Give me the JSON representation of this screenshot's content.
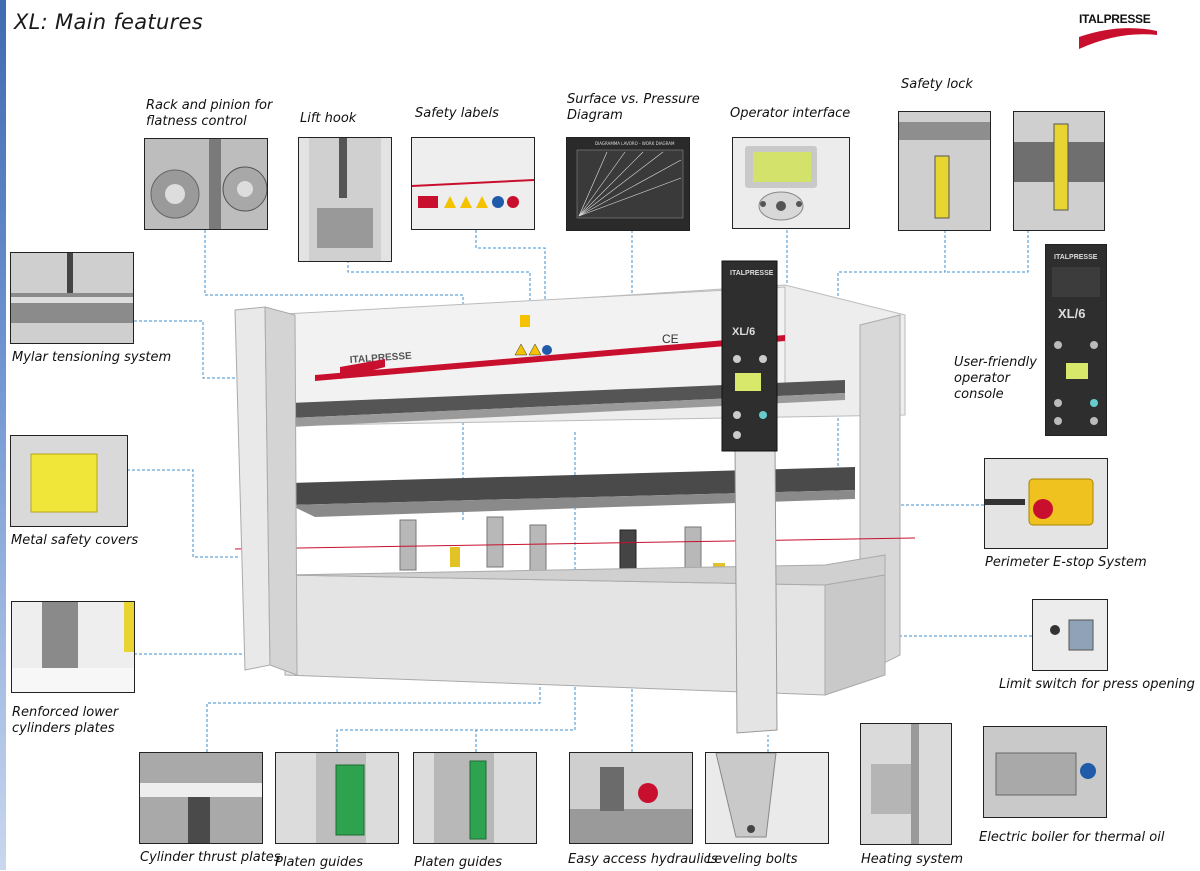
{
  "page": {
    "title": "XL: Main features"
  },
  "logo": {
    "text": "ITALPRESSE",
    "color": "#c8102e"
  },
  "colors": {
    "connector": "#3d8fd1",
    "accent": "#3f6bb0",
    "machine_body": "#e6e6e6",
    "brand_red": "#c8102e"
  },
  "features": {
    "rack": {
      "label": "Rack and pinion for\nflatness control"
    },
    "lift_hook": {
      "label": "Lift hook"
    },
    "safety_labels": {
      "label": "Safety labels"
    },
    "surface_pressure": {
      "label": "Surface vs. Pressure\nDiagram"
    },
    "operator_interface": {
      "label": "Operator interface"
    },
    "safety_lock": {
      "label": "Safety lock"
    },
    "mylar": {
      "label": "Mylar tensioning system"
    },
    "metal_covers": {
      "label": "Metal safety covers"
    },
    "reinforced_plates": {
      "label": "Renforced lower\ncylinders plates"
    },
    "console": {
      "label": "User-friendly\noperator\nconsole"
    },
    "estop": {
      "label": "Perimeter E-stop System"
    },
    "limit_switch": {
      "label": "Limit switch for press opening"
    },
    "thrust_plates": {
      "label": "Cylinder thrust plates"
    },
    "platen_guides_1": {
      "label": "Platen guides"
    },
    "platen_guides_2": {
      "label": "Platen guides"
    },
    "hydraulics": {
      "label": "Easy access hydraulics"
    },
    "leveling": {
      "label": "Leveling bolts"
    },
    "heating": {
      "label": "Heating system"
    },
    "boiler": {
      "label": "Electric boiler for thermal oil"
    }
  },
  "machine": {
    "brand": "ITALPRESSE",
    "model": "XL/6",
    "ce_mark": "CE"
  },
  "console_panel": {
    "brand": "ITALPRESSE",
    "model": "XL/6"
  },
  "diagram": {
    "header": "DIAGRAMMA LAVORO - WORK DIAGRAM"
  }
}
